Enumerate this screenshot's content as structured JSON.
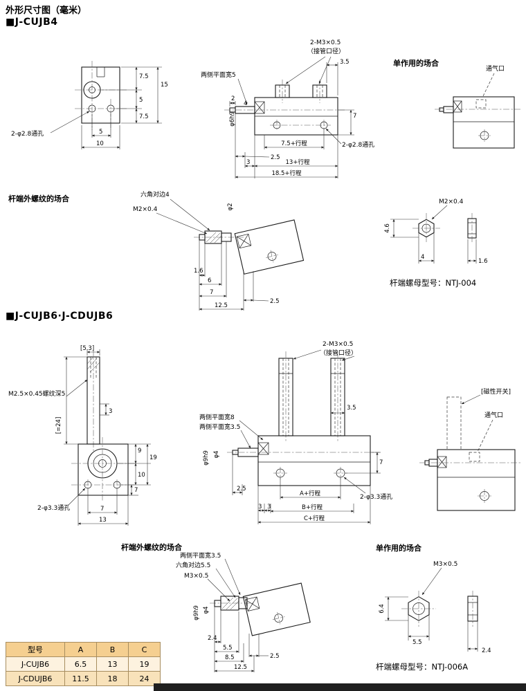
{
  "head": {
    "title": "外形尺寸图（毫米）",
    "s1": "■J-CUJB4",
    "s2": "■J-CUJB6·J-CDUJB6",
    "rod1": "杆端外螺纹的场合",
    "rod2": "杆端外螺纹的场合",
    "single1": "单作用的场合",
    "single2": "单作用的场合",
    "nutm1": "杆端螺母型号：NTJ-004",
    "nutm2": "杆端螺母型号：NTJ-006A"
  },
  "c4": {
    "front": {
      "t75a": "7.5",
      "t15": "15",
      "t5a": "5",
      "t75b": "7.5",
      "hole": "2-φ2.8通孔",
      "t5b": "5",
      "t10": "10"
    },
    "side": {
      "port1": "2-M3×0.5",
      "port2": "（接管口径）",
      "t35": "3.5",
      "flat": "两侧平面宽5",
      "dia": "φ6h9",
      "t2": "2",
      "t4": "4",
      "s75": "7.5+行程",
      "hole": "2-φ2.8通孔",
      "t25": "2.5",
      "t3": "3",
      "s13": "13+行程",
      "s185": "18.5+行程",
      "t7": "7"
    },
    "single": {
      "vent": "通气口"
    },
    "rodend": {
      "hex": "六角对边4",
      "thr": "M2×0.4",
      "dia": "φ2",
      "t16": "1.6",
      "t6": "6",
      "t7": "7",
      "t25": "2.5",
      "t125": "12.5"
    },
    "nut": {
      "thr": "M2×0.4",
      "t46": "4.6",
      "t4": "4",
      "t16": "1.6"
    }
  },
  "c6": {
    "front": {
      "t53": "[5.3]",
      "thr": "M2.5×0.45螺纹深5",
      "t3": "3",
      "t24": "[=24]",
      "t9": "9",
      "t19": "19",
      "t10": "10",
      "t7r": "7",
      "hole": "2-φ3.3通孔",
      "t7": "7",
      "t13": "13"
    },
    "side": {
      "port1": "2-M3×0.5",
      "port2": "（接管口径）",
      "t35": "3.5",
      "flat8": "两侧平面宽8",
      "flat35": "两侧平面宽3.5",
      "dia9": "φ9h9",
      "dia4": "φ4",
      "t25": "2.5",
      "t7": "7",
      "hole": "2-φ3.3通孔",
      "sA": "A+行程",
      "t3a": "3",
      "t3b": "3",
      "sB": "B+行程",
      "sC": "C+行程"
    },
    "single": {
      "switch": "[磁性开关]",
      "vent": "通气口"
    },
    "rodend": {
      "flat": "两侧平面宽3.5",
      "hex": "六角对边5.5",
      "thr": "M3×0.5",
      "dia9": "φ9h9",
      "dia4": "φ4",
      "t24": "2.4",
      "t55": "5.5",
      "t85": "8.5",
      "t25": "2.5",
      "t125": "12.5"
    },
    "nut": {
      "thr": "M3×0.5",
      "t64": "6.4",
      "t55": "5.5",
      "t24": "2.4"
    }
  },
  "table": {
    "headers": [
      "型号",
      "A",
      "B",
      "C"
    ],
    "rows": [
      [
        "J-CUJB6",
        "6.5",
        "13",
        "19"
      ],
      [
        "J-CDUJB6",
        "11.5",
        "18",
        "24"
      ]
    ]
  }
}
